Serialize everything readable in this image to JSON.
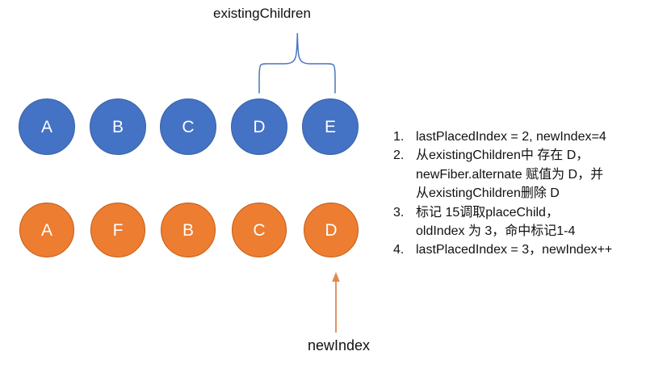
{
  "diagram": {
    "existing_children_label": "existingChildren",
    "new_index_label": "newIndex",
    "top_row": {
      "nodes": [
        "A",
        "B",
        "C",
        "D",
        "E"
      ]
    },
    "bottom_row": {
      "nodes": [
        "A",
        "F",
        "B",
        "C",
        "D"
      ]
    }
  },
  "notes": {
    "items": [
      {
        "num": "1.",
        "text": "lastPlacedIndex = 2, newIndex=4"
      },
      {
        "num": "2.",
        "text": "从existingChildren中 存在 D，\nnewFiber.alternate 赋值为 D，并\n从existingChildren删除 D"
      },
      {
        "num": "3.",
        "text": "标记 15调取placeChild，\noldIndex 为 3，命中标记1-4"
      },
      {
        "num": "4.",
        "text": "lastPlacedIndex = 3，newIndex++"
      }
    ]
  },
  "colors": {
    "node_blue_fill": "#4472C4",
    "node_blue_border": "#3A62A8",
    "node_orange_fill": "#ED7D31",
    "node_orange_border": "#C55A11",
    "brace_stroke": "#4A75BD",
    "arrow_stroke": "#DC8A50",
    "text": "#111111",
    "background": "#FFFFFF"
  }
}
